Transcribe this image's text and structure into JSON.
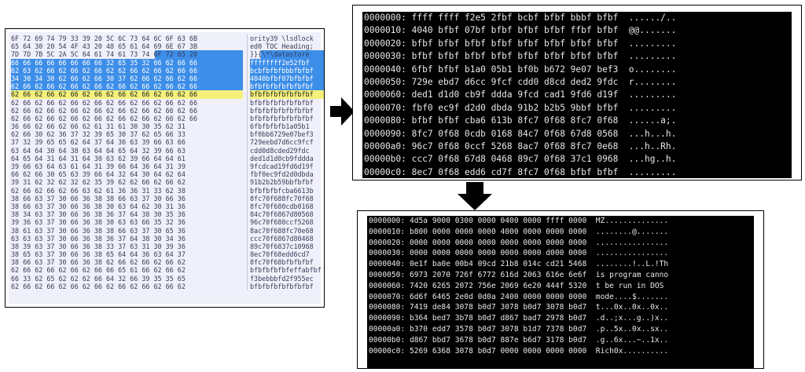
{
  "hex_view": {
    "hex_rows": [
      "6F 72 69 74 79 33 39 20 5C 6C 73 64 6C 6F 63 6B",
      "65 64 30 20 54 4F 43 20 48 65 61 64 69 6E 67 3B",
      "7D 7D 7B 5C 2A 5C 64 61 74 61 73 74 6F 72 65 20",
      "66 66 66 66 66 66 66 66 32 65 35 32 66 62 66 66",
      "62 63 62 66 62 66 62 66 62 62 66 62 66 62 66 66",
      "34 30 34 30 62 66 62 66 30 37 62 66 62 66 62 66",
      "62 66 62 66 62 66 62 66 62 66 62 66 62 66 62 66",
      "62 66 62 66 62 66 62 66 62 66 62 66 62 66 62 66",
      "62 66 62 66 62 66 62 66 62 66 62 66 62 66 62 66",
      "62 66 62 66 62 66 62 66 62 66 62 66 62 66 62 66",
      "62 66 62 66 62 66 62 66 62 66 62 66 62 66 62 66",
      "36 66 62 66 62 66 62 61 31 61 30 30 35 62 31",
      "62 66 30 62 36 37 32 39 65 30 37 62 65 66 33",
      "37 32 39 65 65 62 64 37 64 36 63 39 66 63 66",
      "63 64 64 30 64 38 63 64 64 65 64 32 39 66 63",
      "64 65 64 31 64 31 64 30 63 62 39 66 64 64 61",
      "39 66 63 64 63 61 64 31 39 66 64 36 64 31 39",
      "66 62 66 30 65 63 39 66 64 32 64 30 64 62 64",
      "39 31 62 32 62 32 62 35 39 62 62 66 62 66 62",
      "62 66 62 66 62 66 63 62 61 36 36 31 33 62 38",
      "38 66 63 37 30 66 36 38 38 66 63 37 30 66 36",
      "38 66 63 37 30 66 36 38 30 63 64 62 30 31 36",
      "38 34 63 37 30 66 36 38 36 37 64 38 30 35 36",
      "39 36 63 37 30 66 36 38 30 63 63 66 35 32 36",
      "38 61 63 37 30 66 36 38 38 66 63 37 30 65 36",
      "63 63 63 37 30 66 36 38 36 37 64 38 30 34 36",
      "38 39 63 37 30 66 36 38 33 37 63 31 30 39 36",
      "38 65 63 37 30 66 36 38 65 64 64 36 63 64 37",
      "38 66 63 37 30 66 36 38 62 66 62 66 62 66 62",
      "62 66 62 66 62 66 62 66 66 65 61 66 62 66 62",
      "66 33 62 65 62 62 62 66 64 32 66 39 35 35 65",
      "62 66 62 66 62 66 62 66 62 66 62 66 62 66 62"
    ],
    "ascii_rows": [
      "ority39 \\lsdlock",
      "ed0 TOC Heading;",
      "}}{\\*\\datastore",
      "ffffffff2e52fbf",
      "bcbfbfbfbbbfbfbf",
      "4040bfbf07bfbfbf",
      "bfbfbfbfbfbfbfbf",
      "bfbfbfbfbfbfbfbf",
      "bfbfbfbfbfbfbfbf",
      "bfbfbfbfbfbfbfbf",
      "bfbfbfbfbfbfbfbf",
      "6fbfbfbfb1a05b1",
      "bf0bb6729e07bef3",
      "729eebd7d6cc9fcf",
      "cdd0d8cded29fdc",
      "ded1d1d0cb9fddda",
      "9fcdcad19fd6d19f",
      "fbf0ec9fd2d0dbda",
      "91b2b2b59bbfbfbf",
      "bfbfbfbfcba6613b",
      "8fc70f688fc70f68",
      "8fc70f680cdb0168",
      "84c70f6867d80568",
      "96c70f680ccf5268",
      "8ac70f688fc70e68",
      "ccc70f6867d80468",
      "89c70f6837c10968",
      "8ec70f68edd6cd7",
      "8fc70f68bfbfbfbf",
      "bfbfbfbfbfeffabfbf",
      "f3bebbbfd2f955ec",
      "bfbfbfbfbfbfbfbf"
    ]
  },
  "decoded_dump": {
    "rows": [
      "0000000: ffff ffff f2e5 2fbf bcbf bfbf bbbf bfbf  ....../..",
      "0000010: 4040 bfbf 07bf bfbf bfbf bfbf ffbf bfbf  @@.......",
      "0000020: bfbf bfbf bfbf bfbf bfbf bfbf bfbf bfbf  .........",
      "0000030: bfbf bfbf bfbf bfbf bfbf bfbf bfbf bfbf  .........",
      "0000040: 6fbf bfbf b1a0 05b1 bf0b b672 9e07 bef3  o........",
      "0000050: 729e ebd7 d6cc 9fcf cdd0 d8cd ded2 9fdc  r........",
      "0000060: ded1 d1d0 cb9f ddda 9fcd cad1 9fd6 d19f  .........",
      "0000070: fbf0 ec9f d2d0 dbda 91b2 b2b5 9bbf bfbf  .........",
      "0000080: bfbf bfbf cba6 613b 8fc7 0f68 8fc7 0f68  ......a;.",
      "0000090: 8fc7 0f68 0cdb 0168 84c7 0f68 67d8 0568  ...h...h.",
      "00000a0: 96c7 0f68 0ccf 5268 8ac7 0f68 8fc7 0e68  ...h..Rh.",
      "00000b0: ccc7 0f68 67d8 0468 89c7 0f68 37c1 0968  ...hg..h.",
      "00000c0: 8ec7 0f68 edd6 cd7f 8fc7 0f68 bfbf bfbf  ........."
    ]
  },
  "pe_dump": {
    "rows": [
      "0000000: 4d5a 9000 0300 0000 0400 0000 ffff 0000  MZ..............",
      "0000010: b800 0000 0000 0000 4000 0000 0000 0000  ........@.......",
      "0000020: 0000 0000 0000 0000 0000 0000 0000 0000  ................",
      "0000030: 0000 0000 0000 0000 0000 0000 d000 0000  ................",
      "0000040: 0e1f ba0e 00b4 09cd 21b8 014c cd21 5468  ........!..L.!Th",
      "0000050: 6973 2070 726f 6772 616d 2063 616e 6e6f  is program canno",
      "0000060: 7420 6265 2072 756e 2069 6e20 444f 5320  t be run in DOS ",
      "0000070: 6d6f 6465 2e0d 0d0a 2400 0000 0000 0000  mode....$.......",
      "0000080: 7419 de84 3078 b0d7 3078 b0d7 3078 b0d7  t...0x..0x..0x..",
      "0000090: b364 bed7 3b78 b0d7 d867 bad7 2978 b0d7  .d..;x...g..)x..",
      "00000a0: b370 edd7 3578 b0d7 3078 b1d7 7378 b0d7  .p..5x..0x..sx..",
      "00000b0: d867 bbd7 3678 b0d7 887e b6d7 3178 b0d7  .g..6x...~..1x..",
      "00000c0: 5269 6368 3078 b0d7 0000 0000 0000 0000  Rich0x.........."
    ]
  }
}
